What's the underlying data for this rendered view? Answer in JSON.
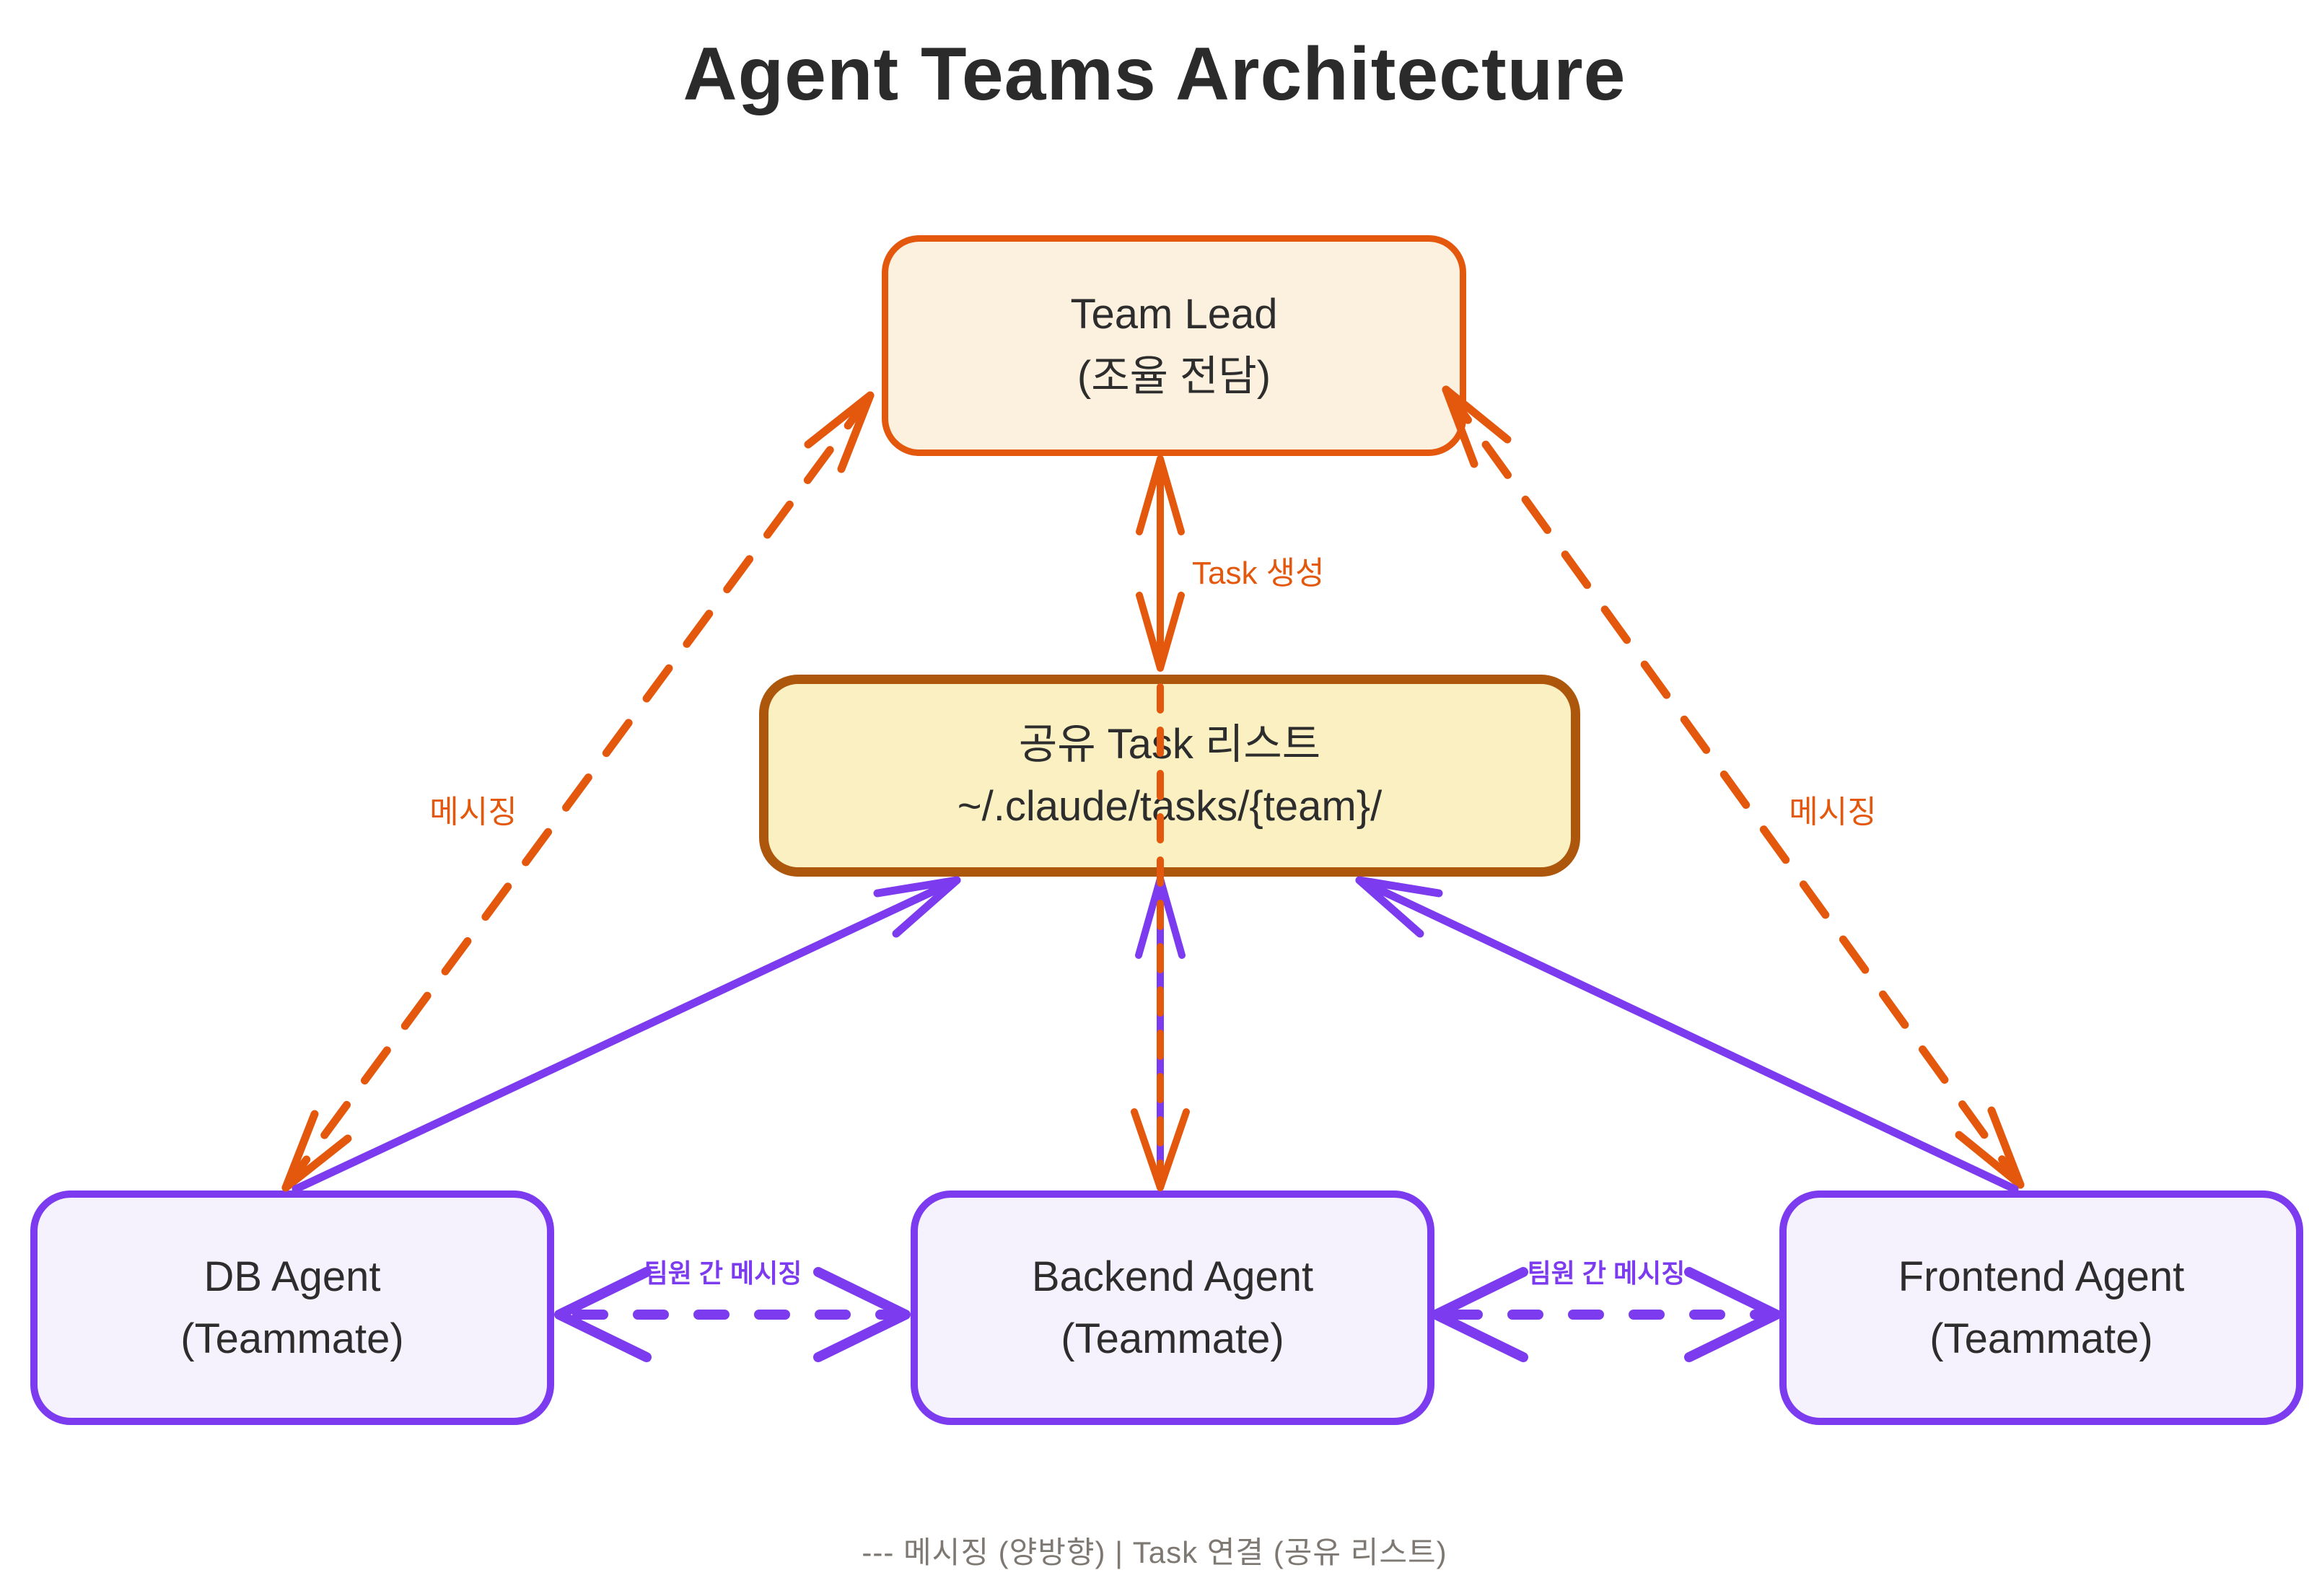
{
  "title": "Agent Teams Architecture",
  "nodes": {
    "team_lead": {
      "title": "Team Lead",
      "subtitle": "(조율 전담)"
    },
    "shared_task_list": {
      "title": "공유 Task 리스트",
      "subtitle": "~/.claude/tasks/{team}/"
    },
    "db_agent": {
      "title": "DB Agent",
      "subtitle": "(Teammate)"
    },
    "backend_agent": {
      "title": "Backend Agent",
      "subtitle": "(Teammate)"
    },
    "frontend_agent": {
      "title": "Frontend Agent",
      "subtitle": "(Teammate)"
    }
  },
  "edge_labels": {
    "task_create": "Task 생성",
    "messaging_left": "메시징",
    "messaging_right": "메시징",
    "teammate_messaging_left": "팀원 간 메시징",
    "teammate_messaging_right": "팀원 간 메시징"
  },
  "legend": "--- 메시징 (양방향)  |  Task 연결 (공유 리스트)",
  "colors": {
    "orange": "#E4580E",
    "dark_orange_border": "#AC570B",
    "purple": "#7C3BEE",
    "team_lead_fill": "#FCF0DE",
    "task_list_fill": "#FAF0C2",
    "agent_fill": "#F5F2FD",
    "text_dark": "#2D2D2D",
    "legend_gray": "#7E7873"
  }
}
